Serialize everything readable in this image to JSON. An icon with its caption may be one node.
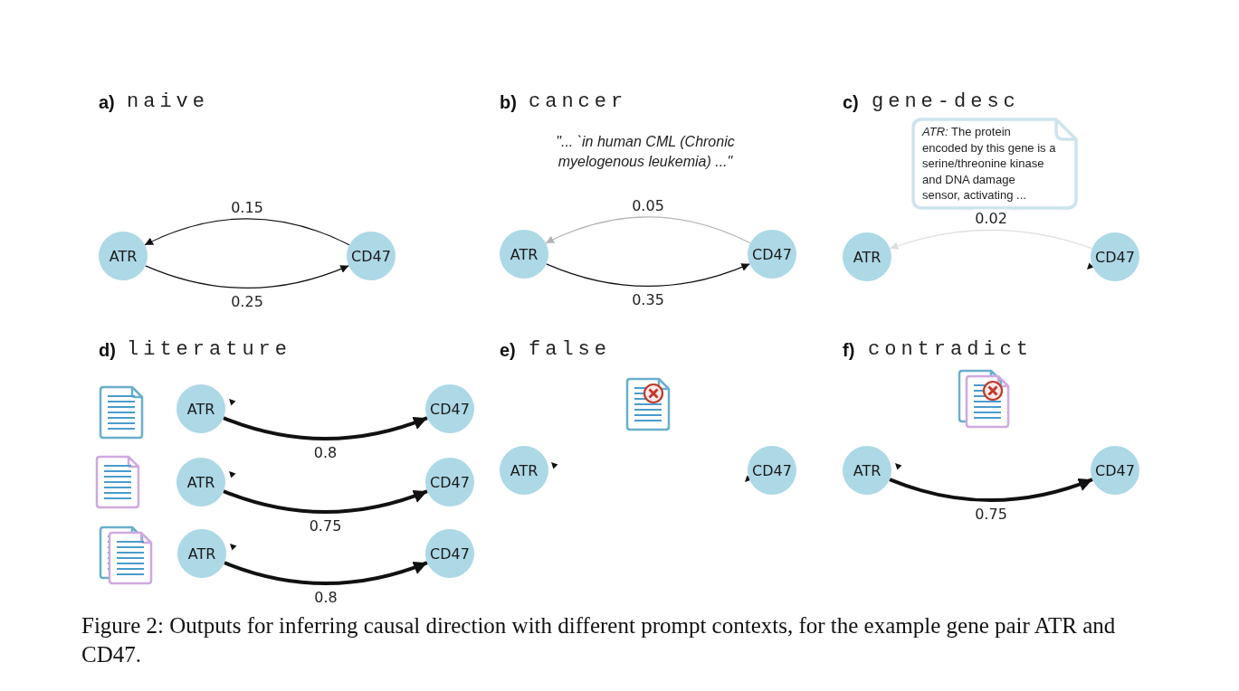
{
  "diagram": {
    "caption": "Figure 2: Outputs for inferring causal direction with different prompt contexts, for the example gene pair ATR and CD47.",
    "nodes": [
      {
        "text": [
          "ATR"
        ]
      },
      {
        "text": [
          "CD47"
        ]
      },
      {
        "text": [
          "ATR"
        ]
      },
      {
        "text": [
          "CD47"
        ]
      },
      {
        "text": [
          "*ATR:* The protein encoded by this gene is a serine/threonine kinase and DNA damage sensor, activating  ..."
        ]
      },
      {
        "text": [
          "ATR"
        ]
      },
      {
        "text": [
          "CD47"
        ]
      },
      {
        "text": [
          "ATR"
        ]
      },
      {
        "text": [
          "CD47"
        ]
      },
      {
        "text": [
          "ATR"
        ]
      },
      {
        "text": [
          "CD47"
        ]
      },
      {
        "text": [
          "ATR"
        ]
      },
      {
        "text": [
          "CD47"
        ]
      },
      {
        "text": [
          "ATR"
        ]
      },
      {
        "text": [
          "CD47"
        ]
      },
      {
        "text": [
          "ATR"
        ]
      },
      {
        "text": [
          "CD47"
        ]
      }
    ],
    "edges": [
      {
        "from": 1,
        "to": 0,
        "arrow": "to",
        "label": "0.15"
      },
      {
        "from": 0,
        "to": 1,
        "arrow": "to",
        "label": "0.25"
      },
      {
        "from": 3,
        "to": 2,
        "arrow": "to",
        "label": "0.05",
        "color": "#b5b5b5"
      },
      {
        "from": 2,
        "to": 3,
        "arrow": "to",
        "label": "0.35"
      },
      {
        "from": 6,
        "to": 5,
        "arrow": "to",
        "label": "0.02",
        "color": "#dddddd"
      },
      {
        "from": 7,
        "to": 8,
        "arrow": "to",
        "label": "0.8",
        "style": "thick"
      },
      {
        "from": 9,
        "to": 10,
        "arrow": "to",
        "label": "0.75",
        "style": "thick"
      },
      {
        "from": 11,
        "to": 12,
        "arrow": "to",
        "label": "0.8",
        "style": "thick"
      },
      {
        "from": 15,
        "to": 16,
        "arrow": "to",
        "label": "0.75",
        "style": "thick"
      }
    ],
    "labels": [
      "a)",
      "naive",
      "b)",
      "cancer",
      "\"... `in human CML (Chronic myelogenous leukemia) ...\"",
      "c)",
      "gene-desc",
      "d)",
      "literature",
      "e)",
      "false",
      "f)",
      "contradict"
    ]
  }
}
